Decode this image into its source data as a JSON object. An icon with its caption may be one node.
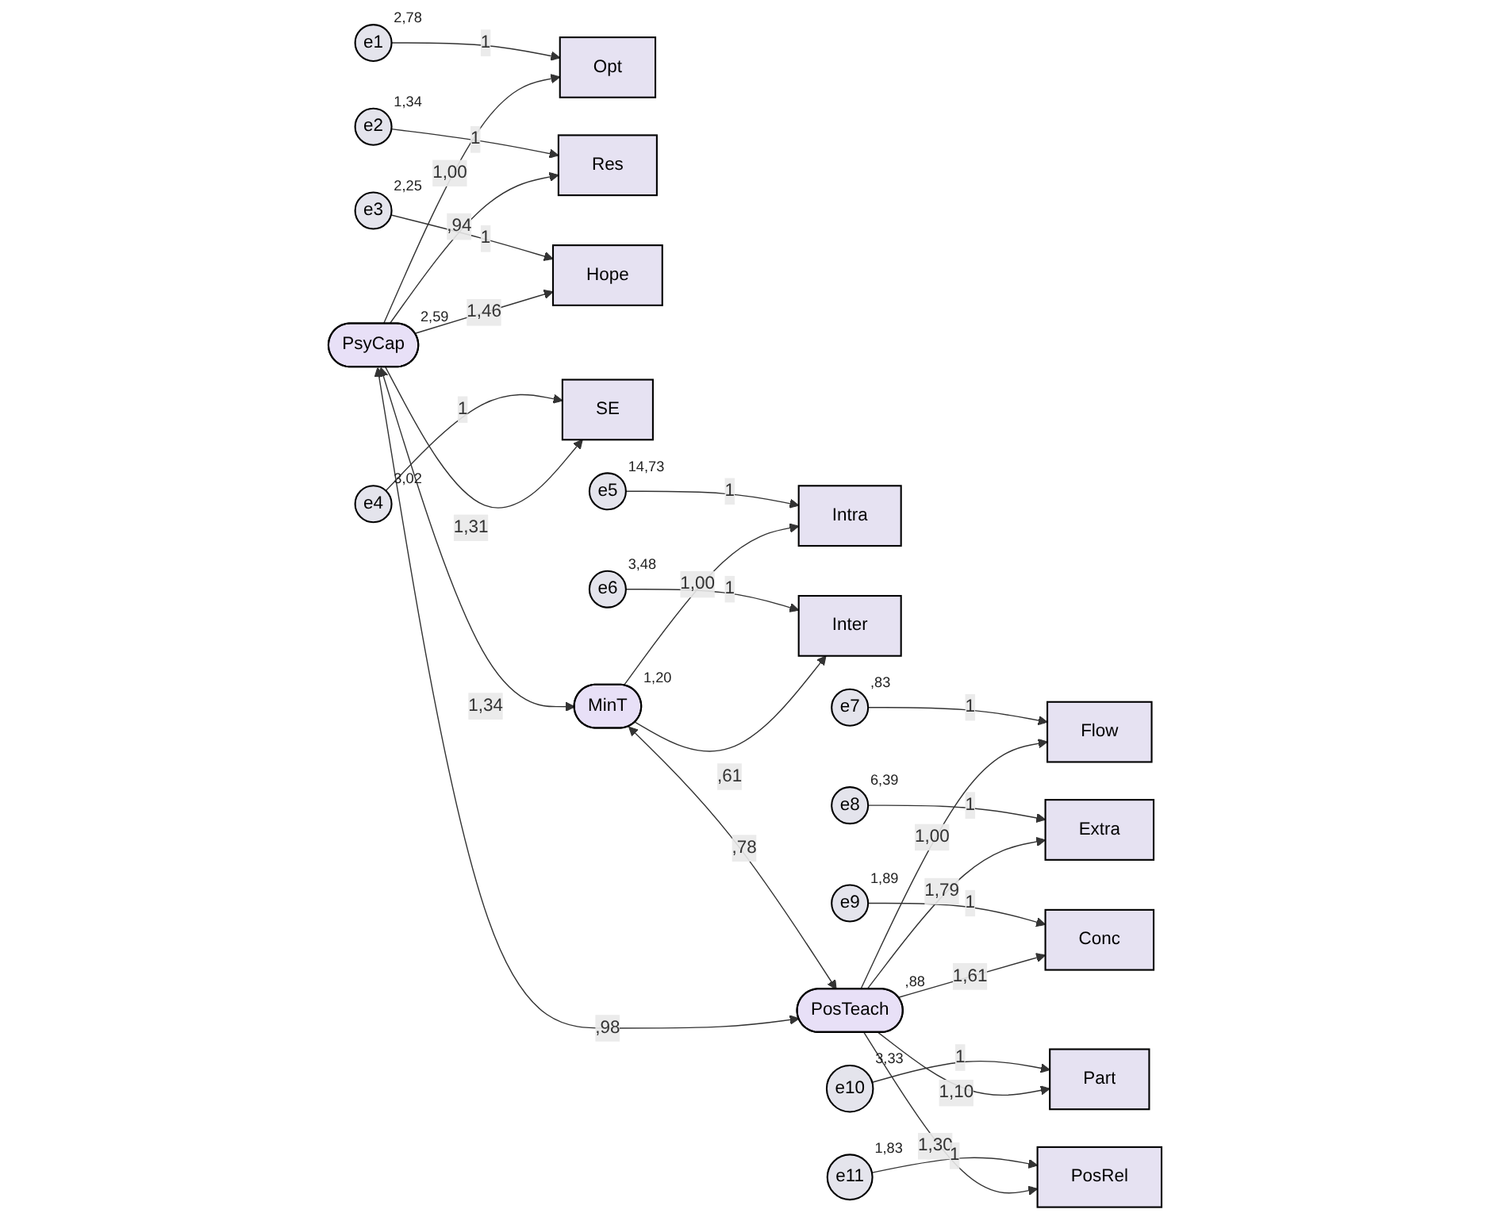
{
  "diagram": {
    "nodes": [
      {
        "text": [
          "PsyCap"
        ],
        "beside": [
          "2,59"
        ]
      },
      {
        "text": [
          "Opt"
        ]
      },
      {
        "text": [
          "Res"
        ]
      },
      {
        "text": [
          "Hope"
        ]
      },
      {
        "text": [
          "SE"
        ]
      },
      {
        "text": [
          "e1"
        ],
        "beside": [
          "2,78"
        ]
      },
      {
        "text": [
          "e2"
        ],
        "beside": [
          "1,34"
        ]
      },
      {
        "text": [
          "e3"
        ],
        "beside": [
          "2,25"
        ]
      },
      {
        "text": [
          "e4"
        ],
        "beside": [
          "3,02"
        ]
      },
      {
        "text": [
          "MinT"
        ],
        "beside": [
          "1,20"
        ]
      },
      {
        "text": [
          "Intra"
        ]
      },
      {
        "text": [
          "Inter"
        ]
      },
      {
        "text": [
          "e5"
        ],
        "beside": [
          "14,73"
        ]
      },
      {
        "text": [
          "e6"
        ],
        "beside": [
          "3,48"
        ]
      },
      {
        "text": [
          "PosTeach"
        ],
        "beside": [
          ",88"
        ]
      },
      {
        "text": [
          "Flow"
        ]
      },
      {
        "text": [
          "Extra"
        ]
      },
      {
        "text": [
          "Conc"
        ]
      },
      {
        "text": [
          "Part"
        ]
      },
      {
        "text": [
          "PosRel"
        ]
      },
      {
        "text": [
          "e7"
        ],
        "beside": [
          ",83"
        ]
      },
      {
        "text": [
          "e8"
        ],
        "beside": [
          "6,39"
        ]
      },
      {
        "text": [
          "e9"
        ],
        "beside": [
          "1,89"
        ]
      },
      {
        "text": [
          "e10"
        ],
        "beside": [
          "3,33"
        ]
      },
      {
        "text": [
          "e11"
        ],
        "beside": [
          "1,83"
        ]
      }
    ],
    "edges": [
      {
        "from": 0,
        "to": 1,
        "arrow": "to",
        "label": "1,00"
      },
      {
        "from": 0,
        "to": 2,
        "arrow": "to",
        "label": ",94"
      },
      {
        "from": 0,
        "to": 3,
        "arrow": "to",
        "label": "1,46"
      },
      {
        "from": 0,
        "to": 4,
        "arrow": "to",
        "label": "1,31"
      },
      {
        "from": 5,
        "to": 1,
        "arrow": "to",
        "label": "1"
      },
      {
        "from": 6,
        "to": 2,
        "arrow": "to",
        "label": "1"
      },
      {
        "from": 7,
        "to": 3,
        "arrow": "to",
        "label": "1"
      },
      {
        "from": 8,
        "to": 4,
        "arrow": "to",
        "label": "1"
      },
      {
        "from": 0,
        "to": 9,
        "arrow": "both",
        "label": "1,34"
      },
      {
        "from": 0,
        "to": 14,
        "arrow": "both",
        "label": ",98"
      },
      {
        "from": 9,
        "to": 14,
        "arrow": "both",
        "label": ",78"
      },
      {
        "from": 9,
        "to": 10,
        "arrow": "to",
        "label": "1,00"
      },
      {
        "from": 9,
        "to": 11,
        "arrow": "to",
        "label": ",61"
      },
      {
        "from": 12,
        "to": 10,
        "arrow": "to",
        "label": "1"
      },
      {
        "from": 13,
        "to": 11,
        "arrow": "to",
        "label": "1"
      },
      {
        "from": 14,
        "to": 15,
        "arrow": "to",
        "label": "1,00"
      },
      {
        "from": 14,
        "to": 16,
        "arrow": "to",
        "label": "1,79"
      },
      {
        "from": 14,
        "to": 17,
        "arrow": "to",
        "label": "1,61"
      },
      {
        "from": 14,
        "to": 18,
        "arrow": "to",
        "label": "1,10"
      },
      {
        "from": 14,
        "to": 19,
        "arrow": "to",
        "label": "1,30"
      },
      {
        "from": 20,
        "to": 15,
        "arrow": "to",
        "label": "1"
      },
      {
        "from": 21,
        "to": 16,
        "arrow": "to",
        "label": "1"
      },
      {
        "from": 22,
        "to": 17,
        "arrow": "to",
        "label": "1"
      },
      {
        "from": 23,
        "to": 18,
        "arrow": "to",
        "label": "1"
      },
      {
        "from": 24,
        "to": 19,
        "arrow": "to",
        "label": "1"
      }
    ]
  }
}
